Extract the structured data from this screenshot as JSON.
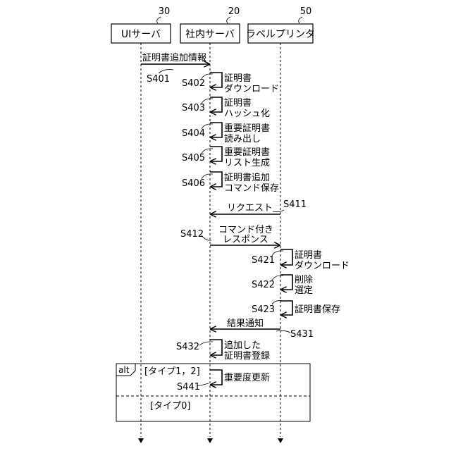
{
  "participants": [
    {
      "ref": "30",
      "name": "UIサーバ"
    },
    {
      "ref": "20",
      "name": "社内サーバ"
    },
    {
      "ref": "50",
      "name": "ラベルプリンタ"
    }
  ],
  "messages": {
    "m1": {
      "lines": [
        "証明書追加情報"
      ],
      "step": "S401"
    },
    "m2": {
      "lines": [
        "証明書",
        "ダウンロード"
      ],
      "step": "S402"
    },
    "m3": {
      "lines": [
        "証明書",
        "ハッシュ化"
      ],
      "step": "S403"
    },
    "m4": {
      "lines": [
        "重要証明書",
        "読み出し"
      ],
      "step": "S404"
    },
    "m5": {
      "lines": [
        "重要証明書",
        "リスト生成"
      ],
      "step": "S405"
    },
    "m6": {
      "lines": [
        "証明書追加",
        "コマンド保存"
      ],
      "step": "S406"
    },
    "m7": {
      "lines": [
        "リクエスト"
      ],
      "step": "S411"
    },
    "m8": {
      "lines": [
        "コマンド付き",
        "レスポンス"
      ],
      "step": "S412"
    },
    "m9": {
      "lines": [
        "証明書",
        "ダウンロード"
      ],
      "step": "S421"
    },
    "m10": {
      "lines": [
        "削除",
        "選定"
      ],
      "step": "S422"
    },
    "m11": {
      "lines": [
        "証明書保存"
      ],
      "step": "S423"
    },
    "m12": {
      "lines": [
        "結果通知"
      ],
      "step": "S431"
    },
    "m13": {
      "lines": [
        "追加した",
        "証明書登録"
      ],
      "step": "S432"
    },
    "m14": {
      "lines": [
        "重要度更新"
      ],
      "step": "S441"
    }
  },
  "alt": {
    "label": "alt",
    "guard1": "[タイプ1，2]",
    "guard2": "[タイプ0]"
  }
}
